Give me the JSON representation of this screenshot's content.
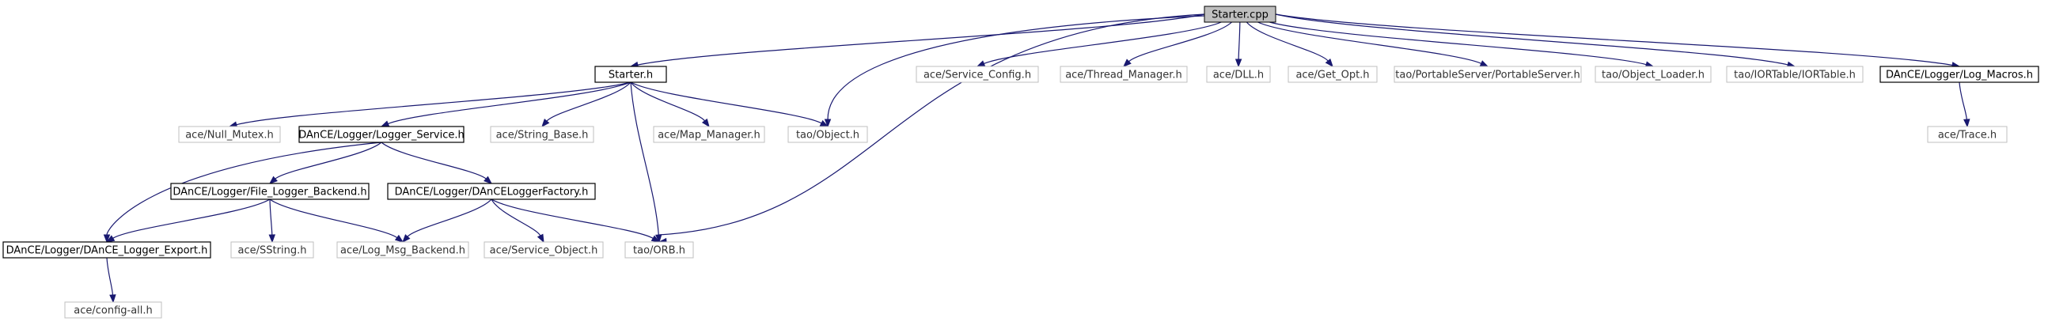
{
  "graph": {
    "colors": {
      "edge": "#191970",
      "root_fill": "#bfbfbf",
      "documented_border": "#000000",
      "external_border": "#bfbfbf"
    },
    "nodes": [
      {
        "id": "starter_cpp",
        "label": "Starter.cpp",
        "kind": "root"
      },
      {
        "id": "starter_h",
        "label": "Starter.h",
        "kind": "doc"
      },
      {
        "id": "service_config",
        "label": "ace/Service_Config.h",
        "kind": "ext"
      },
      {
        "id": "thread_manager",
        "label": "ace/Thread_Manager.h",
        "kind": "ext"
      },
      {
        "id": "dll",
        "label": "ace/DLL.h",
        "kind": "ext"
      },
      {
        "id": "get_opt",
        "label": "ace/Get_Opt.h",
        "kind": "ext"
      },
      {
        "id": "portable_server",
        "label": "tao/PortableServer/PortableServer.h",
        "kind": "ext"
      },
      {
        "id": "object_loader",
        "label": "tao/Object_Loader.h",
        "kind": "ext"
      },
      {
        "id": "iortable",
        "label": "tao/IORTable/IORTable.h",
        "kind": "ext"
      },
      {
        "id": "log_macros",
        "label": "DAnCE/Logger/Log_Macros.h",
        "kind": "doc"
      },
      {
        "id": "null_mutex",
        "label": "ace/Null_Mutex.h",
        "kind": "ext"
      },
      {
        "id": "logger_service",
        "label": "DAnCE/Logger/Logger_Service.h",
        "kind": "doc"
      },
      {
        "id": "string_base",
        "label": "ace/String_Base.h",
        "kind": "ext"
      },
      {
        "id": "map_manager",
        "label": "ace/Map_Manager.h",
        "kind": "ext"
      },
      {
        "id": "tao_object",
        "label": "tao/Object.h",
        "kind": "ext"
      },
      {
        "id": "trace",
        "label": "ace/Trace.h",
        "kind": "ext"
      },
      {
        "id": "file_logger",
        "label": "DAnCE/Logger/File_Logger_Backend.h",
        "kind": "doc"
      },
      {
        "id": "logger_factory",
        "label": "DAnCE/Logger/DAnCELoggerFactory.h",
        "kind": "doc"
      },
      {
        "id": "logger_export",
        "label": "DAnCE/Logger/DAnCE_Logger_Export.h",
        "kind": "doc"
      },
      {
        "id": "sstring",
        "label": "ace/SString.h",
        "kind": "ext"
      },
      {
        "id": "log_msg_backend",
        "label": "ace/Log_Msg_Backend.h",
        "kind": "ext"
      },
      {
        "id": "service_object",
        "label": "ace/Service_Object.h",
        "kind": "ext"
      },
      {
        "id": "tao_orb",
        "label": "tao/ORB.h",
        "kind": "ext"
      },
      {
        "id": "config_all",
        "label": "ace/config-all.h",
        "kind": "ext"
      }
    ],
    "edges": [
      {
        "from": "starter_cpp",
        "to": "starter_h"
      },
      {
        "from": "starter_cpp",
        "to": "service_config"
      },
      {
        "from": "starter_cpp",
        "to": "thread_manager"
      },
      {
        "from": "starter_cpp",
        "to": "dll"
      },
      {
        "from": "starter_cpp",
        "to": "get_opt"
      },
      {
        "from": "starter_cpp",
        "to": "portable_server"
      },
      {
        "from": "starter_cpp",
        "to": "object_loader"
      },
      {
        "from": "starter_cpp",
        "to": "iortable"
      },
      {
        "from": "starter_cpp",
        "to": "log_macros"
      },
      {
        "from": "starter_cpp",
        "to": "tao_object"
      },
      {
        "from": "starter_cpp",
        "to": "tao_orb"
      },
      {
        "from": "starter_h",
        "to": "null_mutex"
      },
      {
        "from": "starter_h",
        "to": "logger_service"
      },
      {
        "from": "starter_h",
        "to": "string_base"
      },
      {
        "from": "starter_h",
        "to": "map_manager"
      },
      {
        "from": "starter_h",
        "to": "tao_object"
      },
      {
        "from": "starter_h",
        "to": "tao_orb"
      },
      {
        "from": "log_macros",
        "to": "trace"
      },
      {
        "from": "logger_service",
        "to": "file_logger"
      },
      {
        "from": "logger_service",
        "to": "logger_factory"
      },
      {
        "from": "logger_service",
        "to": "logger_export"
      },
      {
        "from": "file_logger",
        "to": "logger_export"
      },
      {
        "from": "file_logger",
        "to": "sstring"
      },
      {
        "from": "file_logger",
        "to": "log_msg_backend"
      },
      {
        "from": "logger_factory",
        "to": "log_msg_backend"
      },
      {
        "from": "logger_factory",
        "to": "service_object"
      },
      {
        "from": "logger_factory",
        "to": "tao_orb"
      },
      {
        "from": "logger_export",
        "to": "config_all"
      }
    ]
  }
}
